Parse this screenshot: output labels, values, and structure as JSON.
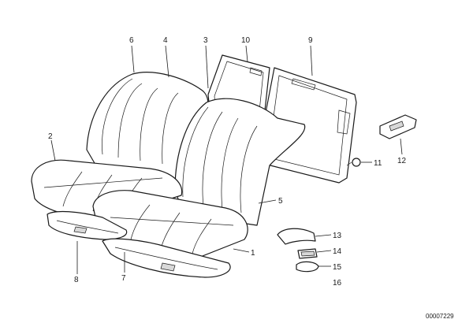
{
  "diagram": {
    "callouts": [
      "1",
      "2",
      "3",
      "4",
      "5",
      "6",
      "7",
      "8",
      "9",
      "10",
      "11",
      "12",
      "13",
      "14",
      "15",
      "16"
    ],
    "reference_number": "00007229"
  }
}
